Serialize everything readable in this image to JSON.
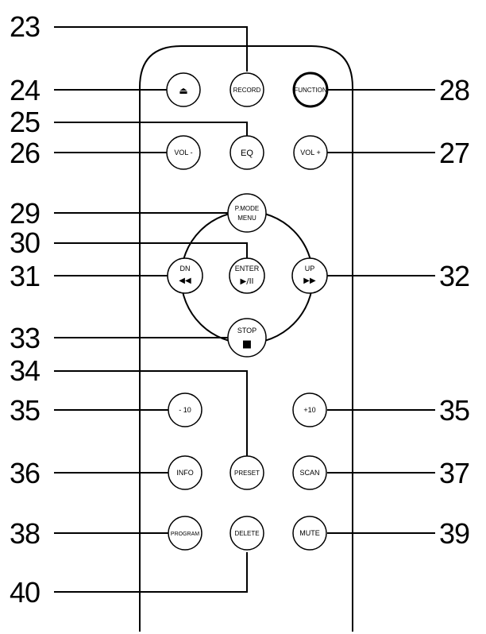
{
  "callouts": {
    "n23": "23",
    "n24": "24",
    "n25": "25",
    "n26": "26",
    "n27": "27",
    "n28": "28",
    "n29": "29",
    "n30": "30",
    "n31": "31",
    "n32": "32",
    "n33": "33",
    "n34": "34",
    "n35a": "35",
    "n35b": "35",
    "n36": "36",
    "n37": "37",
    "n38": "38",
    "n39": "39",
    "n40": "40"
  },
  "buttons": {
    "record": "RECORD",
    "function": "FUNCTION",
    "vol_minus": "VOL -",
    "eq": "EQ",
    "vol_plus": "VOL +",
    "pmode_line1": "P.MODE",
    "pmode_line2": "MENU",
    "dn": "DN",
    "enter": "ENTER",
    "up": "UP",
    "stop": "STOP",
    "minus10": "- 10",
    "plus10": "+10",
    "info": "INFO",
    "preset": "PRESET",
    "scan": "SCAN",
    "program": "PROGRAM",
    "delete": "DELETE",
    "mute": "MUTE"
  },
  "glyphs": {
    "eject": "⏏",
    "rewind": "◀◀",
    "play_pause": "▶/II",
    "forward": "▶▶",
    "stop": "■"
  }
}
